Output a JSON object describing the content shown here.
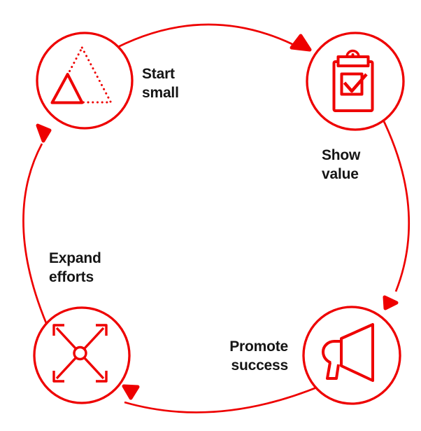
{
  "colors": {
    "accent": "#ee0000",
    "text": "#151515",
    "background": "#ffffff"
  },
  "diagram": {
    "type": "cycle",
    "direction": "clockwise",
    "nodes": [
      {
        "id": "start-small",
        "label": "Start small",
        "lines": [
          "Start",
          "small"
        ],
        "icon": "dotted-triangle-growth-icon"
      },
      {
        "id": "show-value",
        "label": "Show value",
        "lines": [
          "Show",
          "value"
        ],
        "icon": "clipboard-checklist-icon"
      },
      {
        "id": "promote-success",
        "label": "Promote success",
        "lines": [
          "Promote",
          "success"
        ],
        "icon": "megaphone-icon"
      },
      {
        "id": "expand-efforts",
        "label": "Expand efforts",
        "lines": [
          "Expand",
          "efforts"
        ],
        "icon": "expand-arrows-icon"
      }
    ]
  }
}
